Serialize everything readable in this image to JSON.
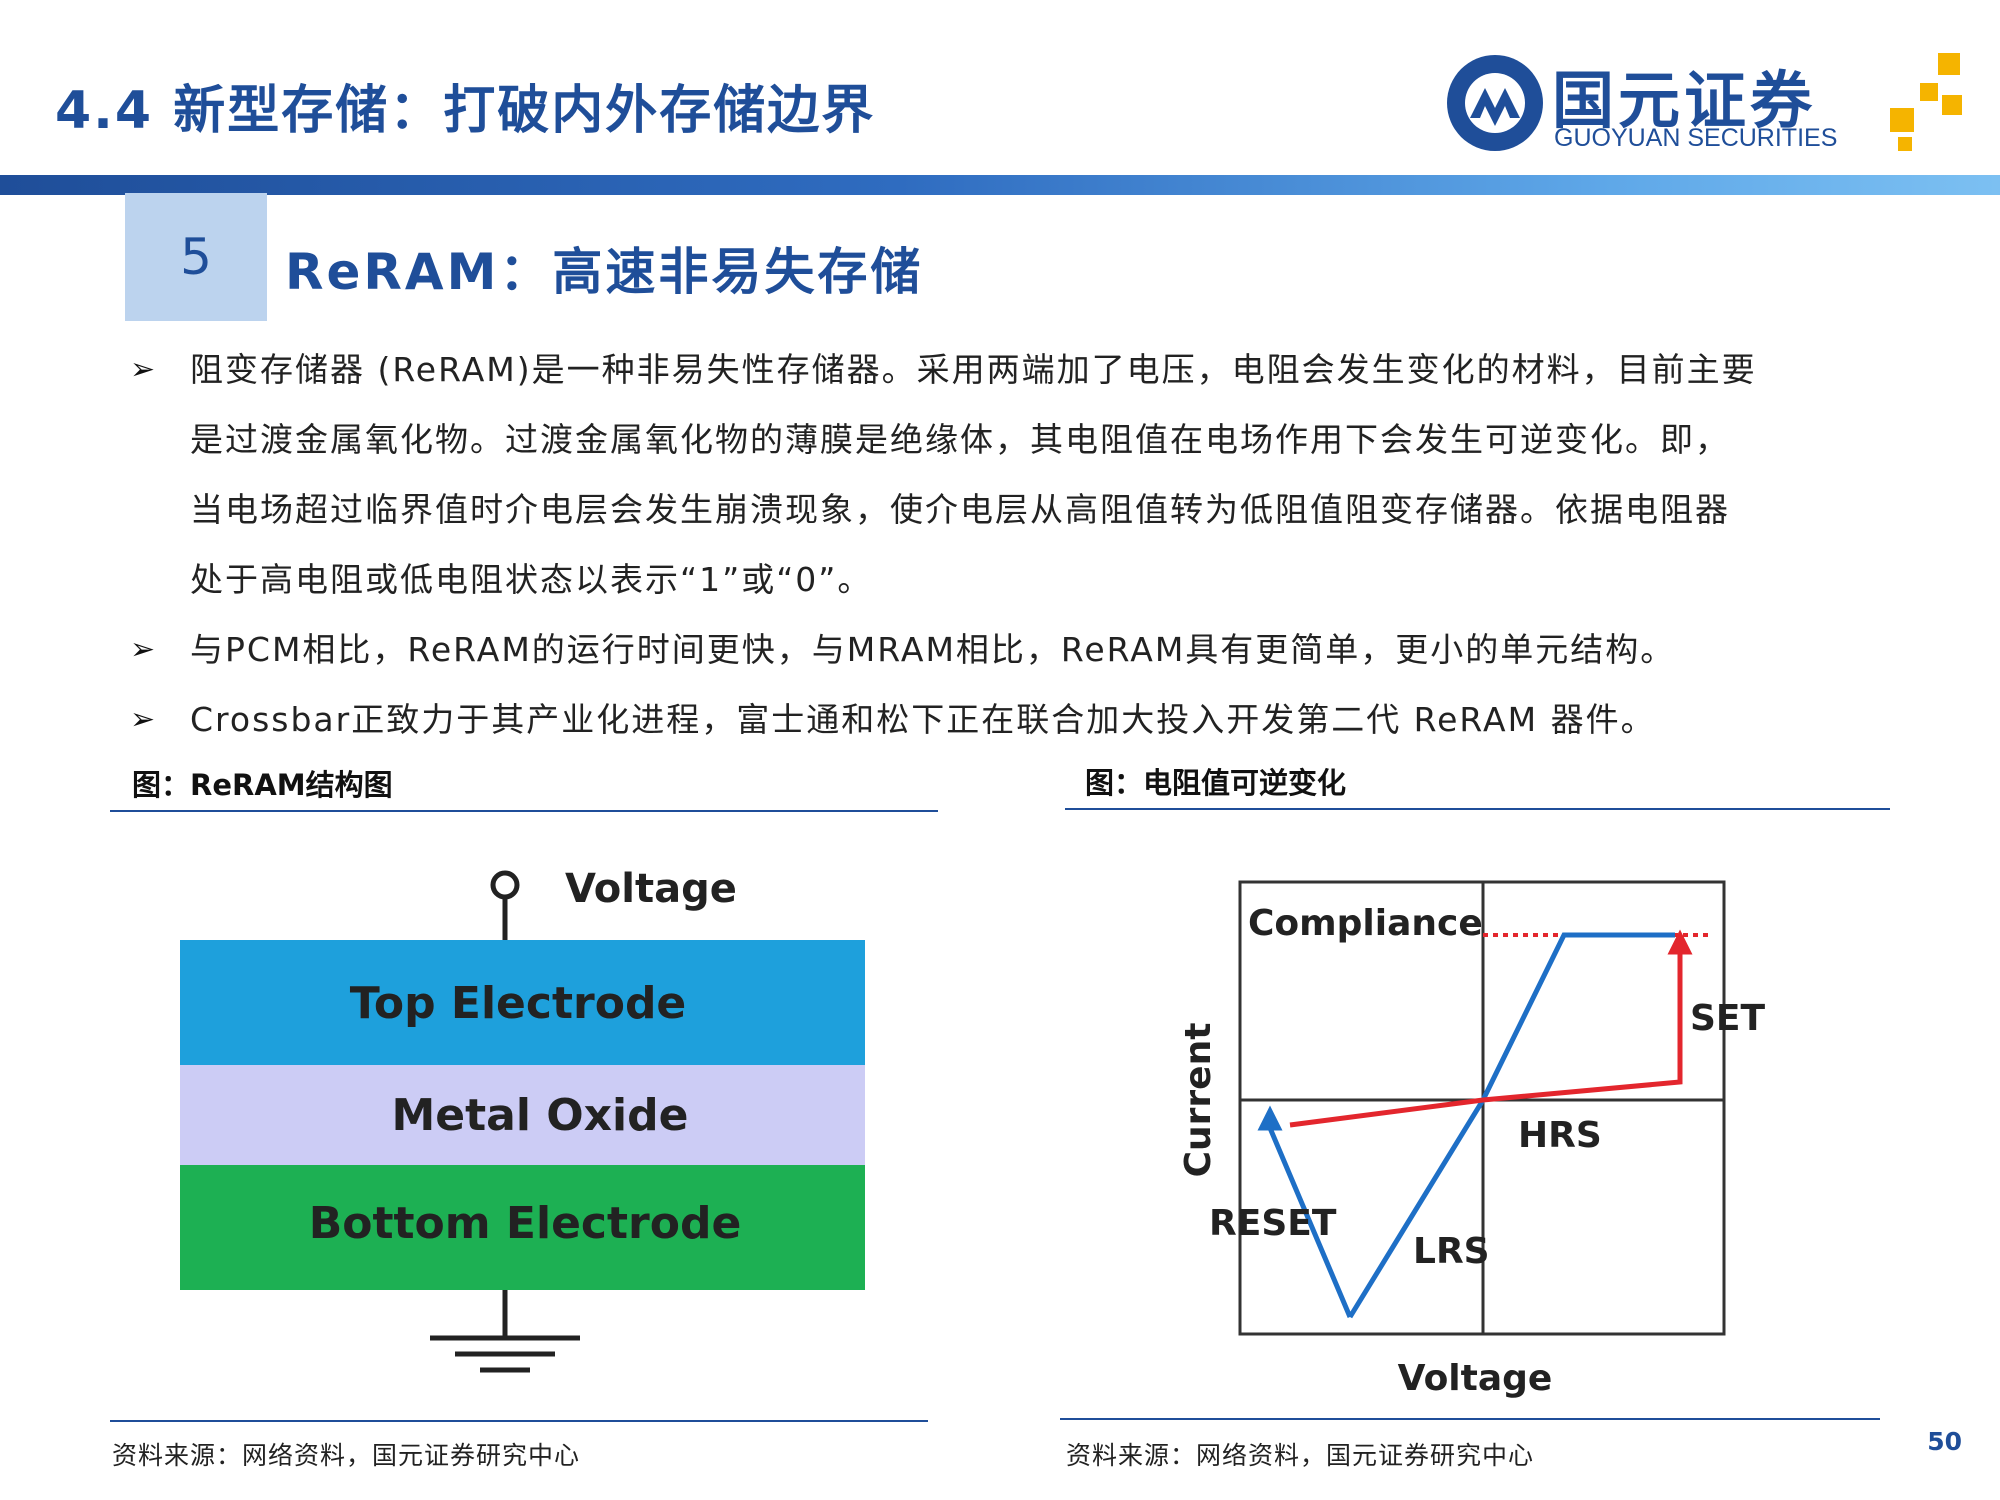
{
  "header": {
    "title": "4.4 新型存储：打破内外存储边界",
    "logo_cn": "国元证券",
    "logo_en": "GUOYUAN SECURITIES"
  },
  "section": {
    "number": "5",
    "title": "ReRAM：高速非易失存储"
  },
  "bullets": [
    {
      "lines": [
        "阻变存储器 (ReRAM)是一种非易失性存储器。采用两端加了电压，电阻会发生变化的材料，目前主要",
        "是过渡金属氧化物。过渡金属氧化物的薄膜是绝缘体，其电阻值在电场作用下会发生可逆变化。即，",
        "当电场超过临界值时介电层会发生崩溃现象，使介电层从高阻值转为低阻值阻变存储器。依据电阻器",
        "处于高电阻或低电阻状态以表示“1”或“0”。"
      ]
    },
    {
      "lines": [
        "与PCM相比，ReRAM的运行时间更快，与MRAM相比，ReRAM具有更简单，更小的单元结构。"
      ]
    },
    {
      "lines": [
        "Crossbar正致力于其产业化进程，富士通和松下正在联合加大投入开发第二代 ReRAM 器件。"
      ]
    }
  ],
  "figure_left": {
    "caption": "图：ReRAM结构图",
    "voltage_label": "Voltage",
    "layers": [
      {
        "label": "Top Electrode",
        "color": "#1ea0dc"
      },
      {
        "label": "Metal Oxide",
        "color": "#ccccf5"
      },
      {
        "label": "Bottom Electrode",
        "color": "#1db053"
      }
    ],
    "source": "资料来源：网络资料，国元证券研究中心"
  },
  "figure_right": {
    "caption": "图：电阻值可逆变化",
    "labels": {
      "compliance": "Compliance",
      "set": "SET",
      "hrs": "HRS",
      "reset": "RESET",
      "lrs": "LRS",
      "xlabel": "Voltage",
      "ylabel": "Current"
    },
    "colors": {
      "lrs_line": "#1e6fc6",
      "hrs_line": "#e3262d"
    },
    "source": "资料来源：网络资料，国元证券研究中心"
  },
  "page_number": "50"
}
